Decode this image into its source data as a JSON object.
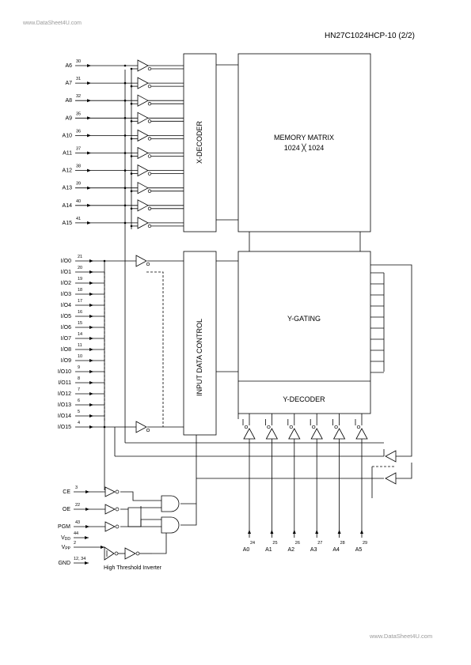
{
  "watermark_top": "www.DataSheet4U.com",
  "watermark_bottom": "www.DataSheet4U.com",
  "header": {
    "title": "HN27C1024HCP-10 (2/2)"
  },
  "blocks": {
    "x_decoder": "X-DECODER",
    "memory_matrix": "MEMORY MATRIX",
    "matrix_size": "1024 ╳ 1024",
    "input_data_control": "INPUT DATA CONTROL",
    "y_gating": "Y-GATING",
    "y_decoder": "Y-DECODER"
  },
  "address_inputs": [
    {
      "name": "A6",
      "pin": "30"
    },
    {
      "name": "A7",
      "pin": "31"
    },
    {
      "name": "A8",
      "pin": "32"
    },
    {
      "name": "A9",
      "pin": "35"
    },
    {
      "name": "A10",
      "pin": "36"
    },
    {
      "name": "A11",
      "pin": "37"
    },
    {
      "name": "A12",
      "pin": "38"
    },
    {
      "name": "A13",
      "pin": "39"
    },
    {
      "name": "A14",
      "pin": "40"
    },
    {
      "name": "A15",
      "pin": "41"
    }
  ],
  "io_pins": [
    {
      "name": "I/O0",
      "pin": "21"
    },
    {
      "name": "I/O1",
      "pin": "20"
    },
    {
      "name": "I/O2",
      "pin": "19"
    },
    {
      "name": "I/O3",
      "pin": "18"
    },
    {
      "name": "I/O4",
      "pin": "17"
    },
    {
      "name": "I/O5",
      "pin": "16"
    },
    {
      "name": "I/O6",
      "pin": "15"
    },
    {
      "name": "I/O7",
      "pin": "14"
    },
    {
      "name": "I/O8",
      "pin": "11"
    },
    {
      "name": "I/O9",
      "pin": "10"
    },
    {
      "name": "I/O10",
      "pin": "9"
    },
    {
      "name": "I/O11",
      "pin": "8"
    },
    {
      "name": "I/O12",
      "pin": "7"
    },
    {
      "name": "I/O13",
      "pin": "6"
    },
    {
      "name": "I/O14",
      "pin": "5"
    },
    {
      "name": "I/O15",
      "pin": "4"
    }
  ],
  "control_inputs": [
    {
      "name": "CE",
      "pin": "3"
    },
    {
      "name": "OE",
      "pin": "22"
    },
    {
      "name": "PGM",
      "pin": "43"
    }
  ],
  "power_pins": [
    {
      "name": "VDD",
      "main": "V",
      "sub": "DD",
      "pin": "44"
    },
    {
      "name": "VPP",
      "main": "V",
      "sub": "PP",
      "pin": "2"
    },
    {
      "name": "GND",
      "main": "GND",
      "sub": "",
      "pin": "12, 34"
    }
  ],
  "y_address_inputs": [
    {
      "name": "A0",
      "pin": "24"
    },
    {
      "name": "A1",
      "pin": "25"
    },
    {
      "name": "A2",
      "pin": "26"
    },
    {
      "name": "A3",
      "pin": "27"
    },
    {
      "name": "A4",
      "pin": "28"
    },
    {
      "name": "A5",
      "pin": "29"
    }
  ],
  "high_threshold_label": "High  Threshold  Inverter"
}
